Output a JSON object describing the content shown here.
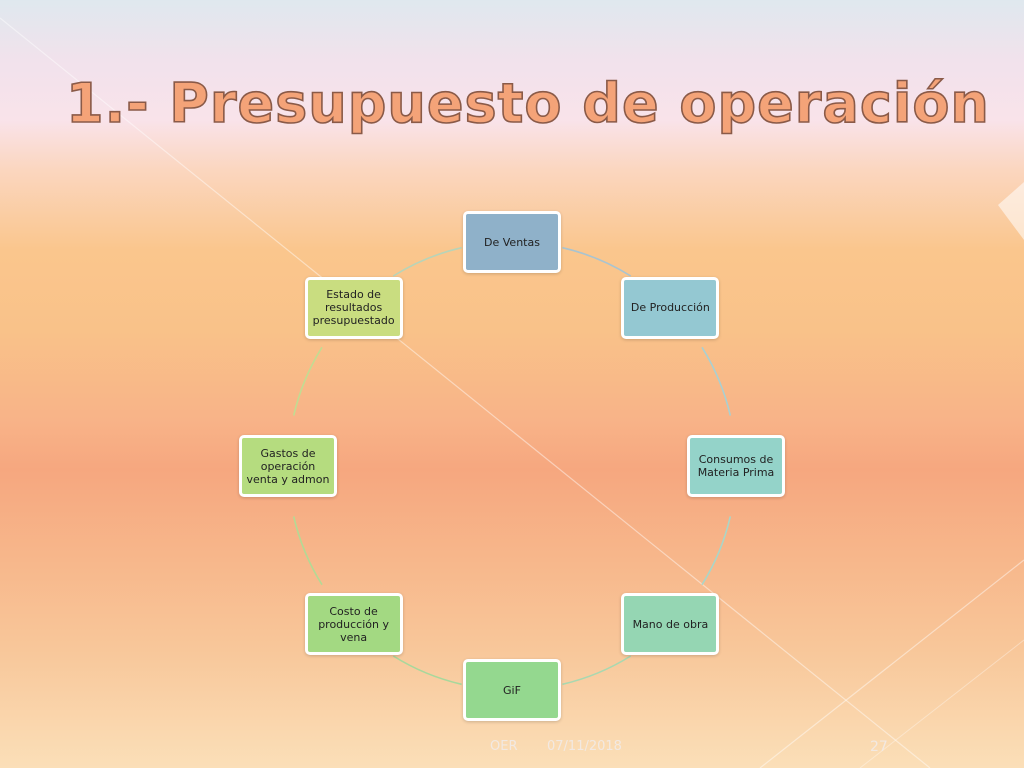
{
  "slide": {
    "title": "1.- Presupuesto de operación"
  },
  "cycle": {
    "nodes": [
      {
        "label": "De Ventas",
        "color": "#8fb1c9"
      },
      {
        "label": "De Producción",
        "color": "#94c8d2"
      },
      {
        "label": "Consumos de Materia Prima",
        "color": "#94d3c9"
      },
      {
        "label": "Mano de obra",
        "color": "#95d6b3"
      },
      {
        "label": "GiF",
        "color": "#94d88f"
      },
      {
        "label": "Costo de producción y vena",
        "color": "#a3d982"
      },
      {
        "label": "Gastos de operación venta y admon",
        "color": "#b5dc7f"
      },
      {
        "label": "Estado de resultados presupuestado",
        "color": "#c9dd80"
      }
    ],
    "ring_colors": [
      "#a9c4d0",
      "#a9d0d2",
      "#a9d6c8",
      "#a9d8b0",
      "#a8d89c",
      "#b3da95",
      "#c2dc92",
      "#b8d4b8"
    ]
  },
  "footer": {
    "left": "OER",
    "date": "07/11/2018",
    "page_number": "27"
  }
}
